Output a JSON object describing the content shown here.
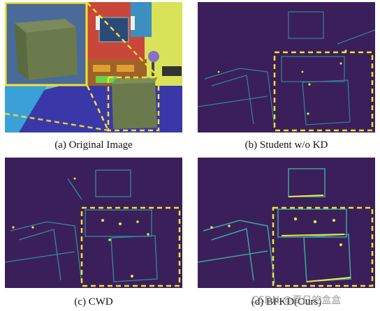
{
  "figure": {
    "panels": [
      {
        "id": "a",
        "caption": "(a) Original Image"
      },
      {
        "id": "b",
        "caption": "(b) Student w/o KD"
      },
      {
        "id": "c",
        "caption": "(c) CWD"
      },
      {
        "id": "d",
        "caption": "(d) BPKD(Ours)"
      }
    ]
  },
  "watermark": "CSDN @夏日的盒盒",
  "colors": {
    "highlight": "#f5e030",
    "heatmap_bg": "#3b1f5a",
    "edge_teal": "#2fa8a8",
    "edge_yellow": "#e8e84a"
  }
}
